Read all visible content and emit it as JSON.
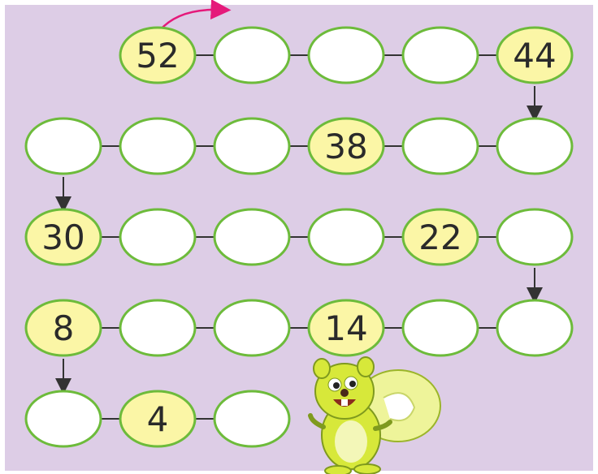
{
  "puzzle": {
    "rows": [
      {
        "row": 1,
        "cells": [
          "52",
          "",
          "",
          "",
          "44"
        ]
      },
      {
        "row": 2,
        "cells": [
          "",
          "",
          "",
          "38",
          "",
          ""
        ]
      },
      {
        "row": 3,
        "cells": [
          "30",
          "",
          "",
          "",
          "22",
          ""
        ]
      },
      {
        "row": 4,
        "cells": [
          "8",
          "",
          "",
          "14",
          "",
          ""
        ]
      },
      {
        "row": 5,
        "cells": [
          "",
          "4",
          ""
        ]
      }
    ]
  },
  "colors": {
    "background": "#ddcde6",
    "oval_stroke": "#6dbb3b",
    "filled_oval": "#fbf6a6",
    "empty_oval": "#ffffff",
    "connector": "#333333",
    "arrow": "#333333",
    "start_arrow": "#e5197a",
    "squirrel_body": "#d7e83a"
  },
  "icons": {
    "start": "curved-pink-arrow-icon",
    "mascot": "squirrel-mascot"
  }
}
